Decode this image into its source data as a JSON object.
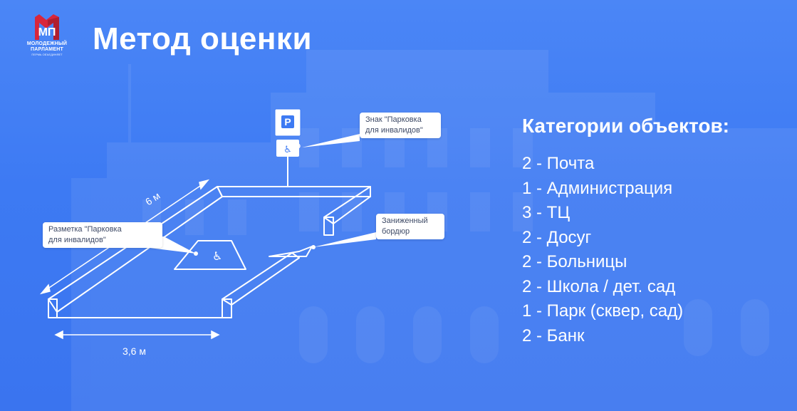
{
  "slide": {
    "title": "Метод оценки",
    "logo": {
      "mark": "МП",
      "line1": "МОЛОДЕЖНЫЙ",
      "line2": "ПАРЛАМЕНТ",
      "sub": "ПЕРМЬ ОБЪЕДИНЯЕТ"
    },
    "diagram": {
      "sign_label": "P",
      "sign_callout": "Знак \"Парковка\nдля инвалидов\"",
      "marking_callout": "Разметка \"Парковка\nдля инвалидов\"",
      "curb_callout": "Заниженный\nбордюр",
      "length_label": "6 м",
      "width_label": "3,6 м",
      "icons": [
        "parking-sign-icon",
        "wheelchair-icon"
      ]
    },
    "categories": {
      "title": "Категории объектов:",
      "items": [
        "2 - Почта",
        "1 - Администрация",
        "3 - ТЦ",
        "2 - Досуг",
        "2 - Больницы",
        "2 - Школа / дет. сад",
        "1 - Парк (сквер, сад)",
        "2 - Банк"
      ]
    }
  },
  "colors": {
    "background": "#3d7af3",
    "text": "#ffffff",
    "logo_red": "#d8263b",
    "callout_text": "#3e4a66"
  }
}
